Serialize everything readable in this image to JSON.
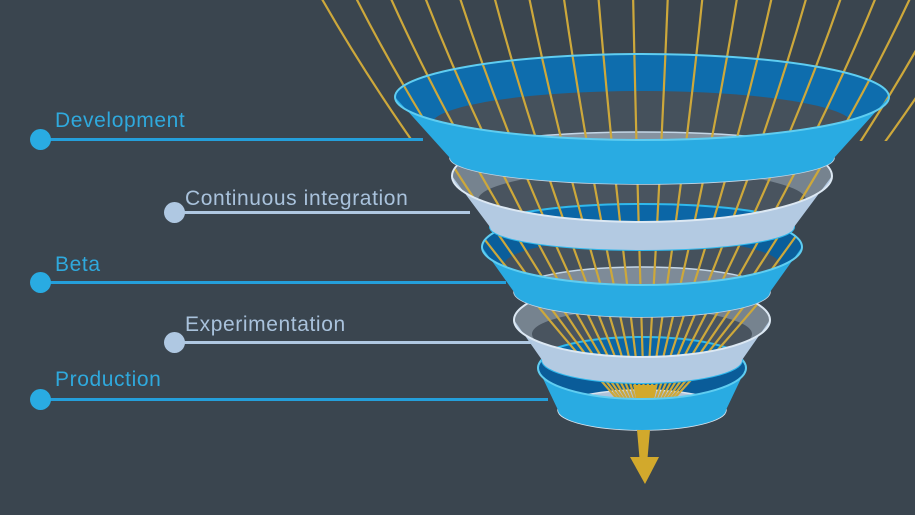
{
  "diagram": {
    "kind": "funnel",
    "orientation": "top-down",
    "stage_count": 5
  },
  "stages": [
    {
      "label": "Development",
      "tone": "cyan"
    },
    {
      "label": "Continuous integration",
      "tone": "light"
    },
    {
      "label": "Beta",
      "tone": "cyan"
    },
    {
      "label": "Experimentation",
      "tone": "light"
    },
    {
      "label": "Production",
      "tone": "cyan"
    }
  ],
  "flow": {
    "line_count": 20,
    "direction": "converging-down",
    "arrow_icon": "down-arrow"
  },
  "palette": {
    "background": "#3A454F",
    "funnel_cyan_band": "#29ABE2",
    "funnel_light_band": "#B3CAE2",
    "funnel_rim_cyan": "#5FCDF1",
    "funnel_rim_light": "#DCE8F3",
    "funnel_interior_blue": "#0E6DAD",
    "funnel_interior_navy": "#0A5C99",
    "funnel_interior_gray": "#76838F",
    "funnel_shadow": "#45515C",
    "flow_gold": "#CDA83B",
    "arrow_gold": "#D2A92C",
    "label_cyan": "#2FA9DD",
    "label_light": "#A9C2DC"
  }
}
